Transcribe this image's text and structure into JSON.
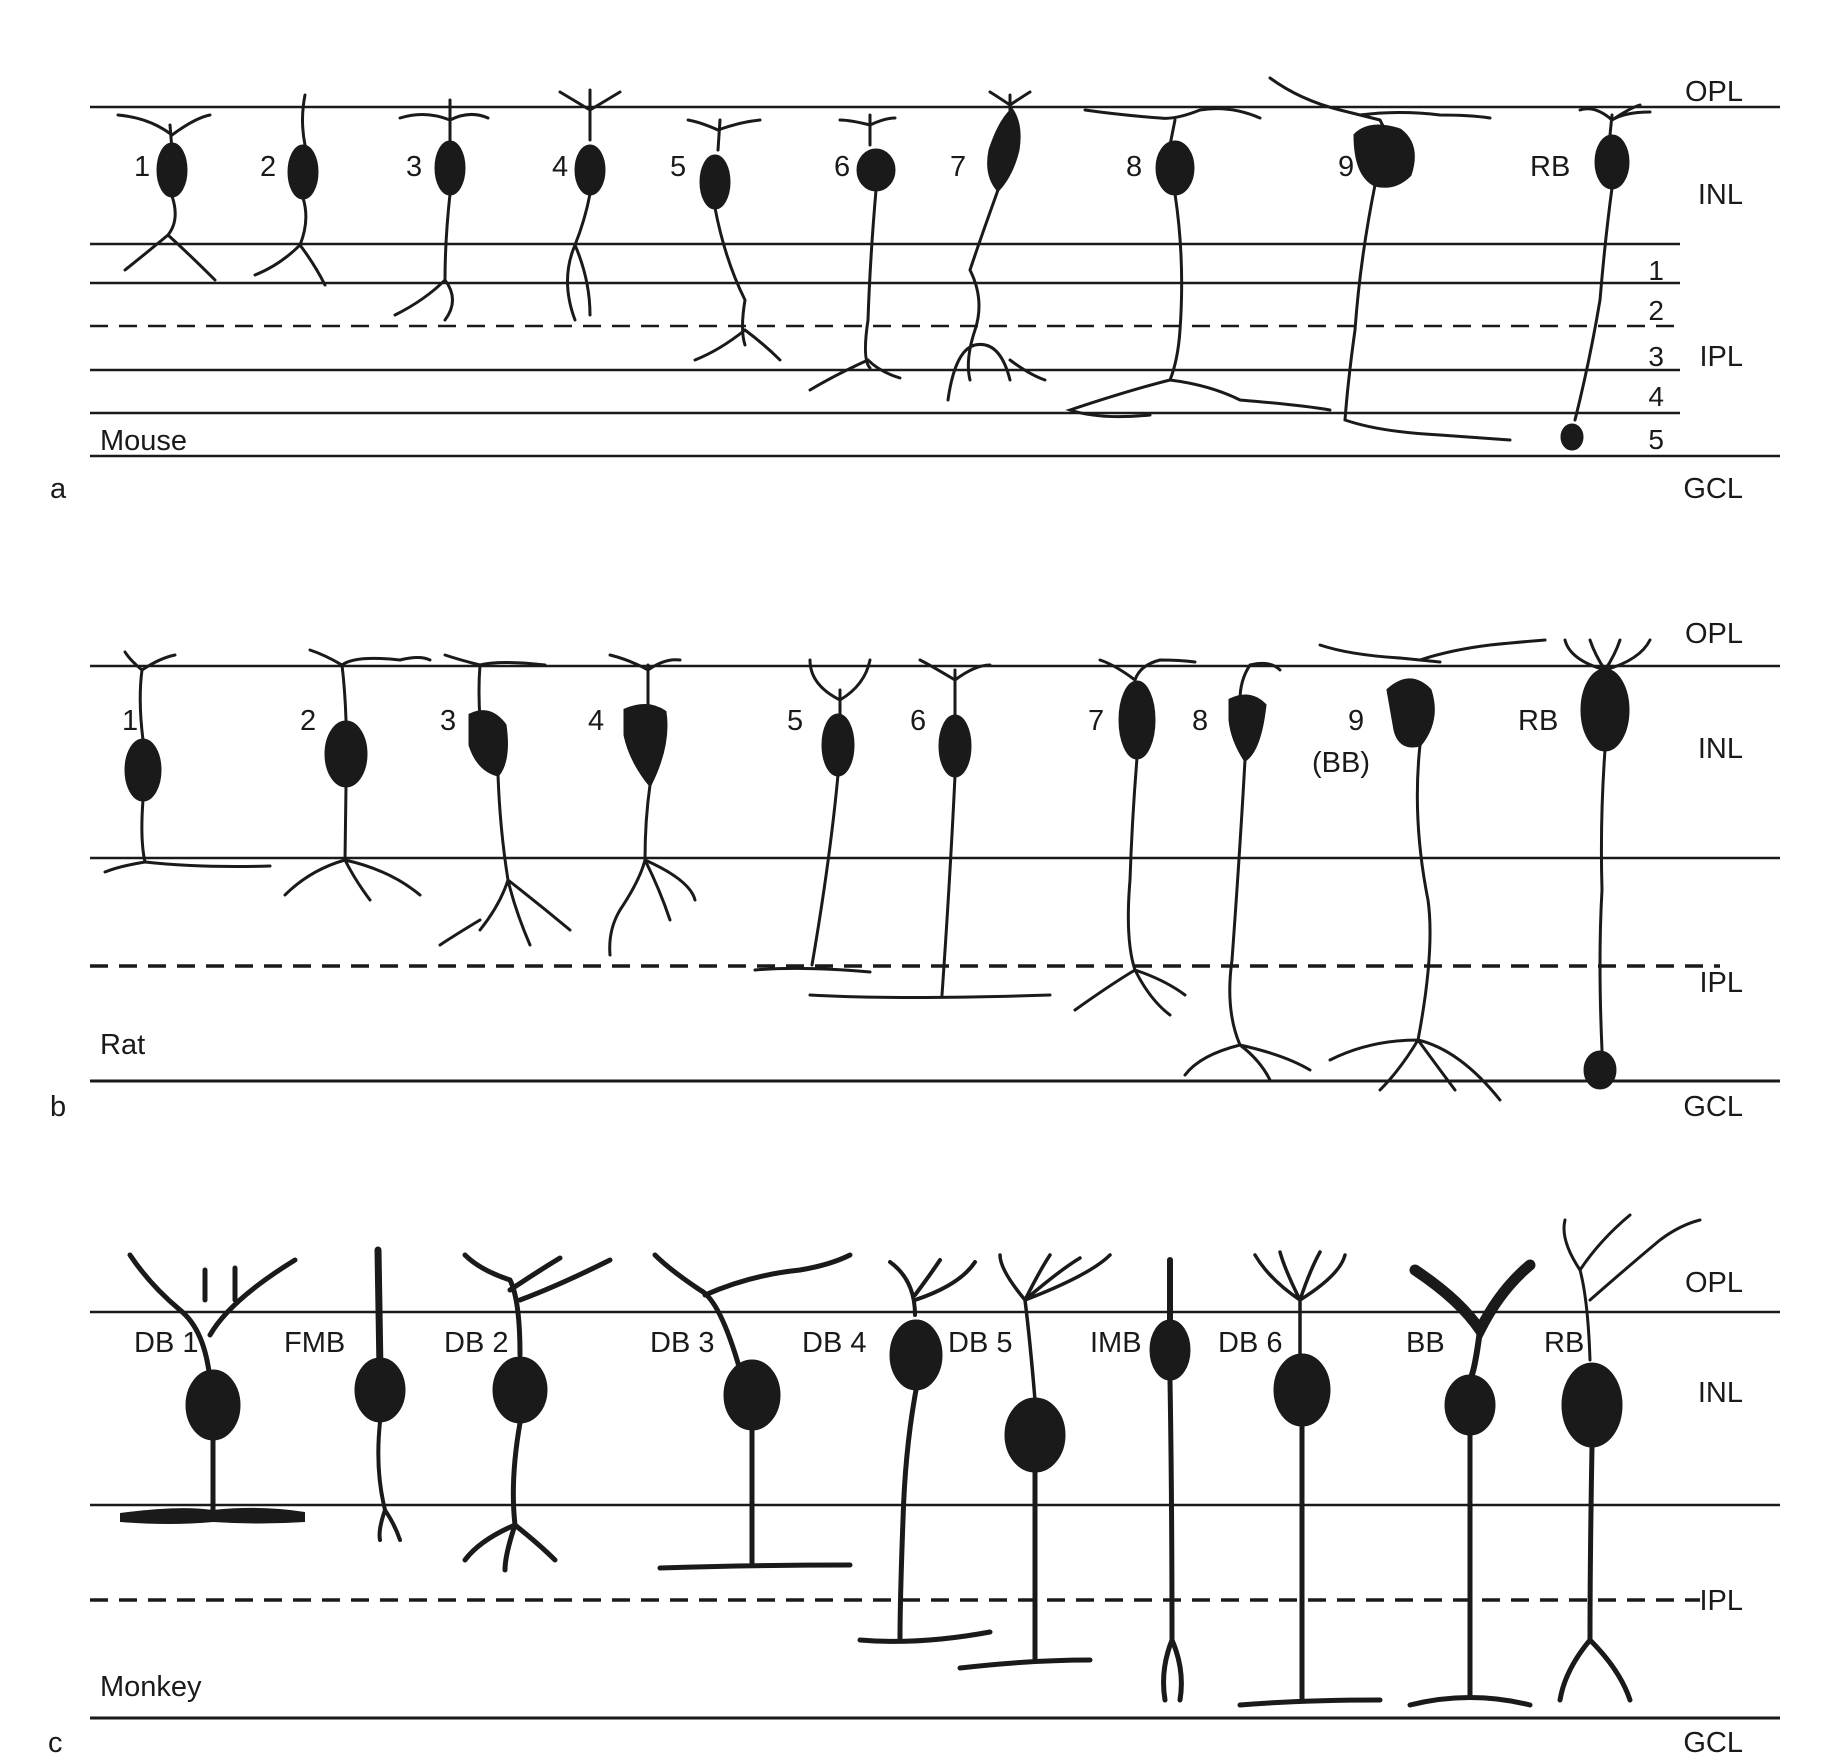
{
  "layers": {
    "opl": "OPL",
    "inl": "INL",
    "ipl": "IPL",
    "gcl": "GCL"
  },
  "sublaminae": [
    "1",
    "2",
    "3",
    "4",
    "5"
  ],
  "panels": [
    {
      "letter": "a",
      "species": "Mouse",
      "cells": [
        "1",
        "2",
        "3",
        "4",
        "5",
        "6",
        "7",
        "8",
        "9",
        "RB"
      ]
    },
    {
      "letter": "b",
      "species": "Rat",
      "cells": [
        "1",
        "2",
        "3",
        "4",
        "5",
        "6",
        "7",
        "8",
        "9",
        "RB"
      ],
      "extra_label": "(BB)"
    },
    {
      "letter": "c",
      "species": "Monkey",
      "cells": [
        "DB 1",
        "FMB",
        "DB 2",
        "DB 3",
        "DB 4",
        "DB 5",
        "IMB",
        "DB 6",
        "BB",
        "RB"
      ]
    }
  ],
  "colors": {
    "ink": "#1a1a1a",
    "background": "#ffffff"
  }
}
